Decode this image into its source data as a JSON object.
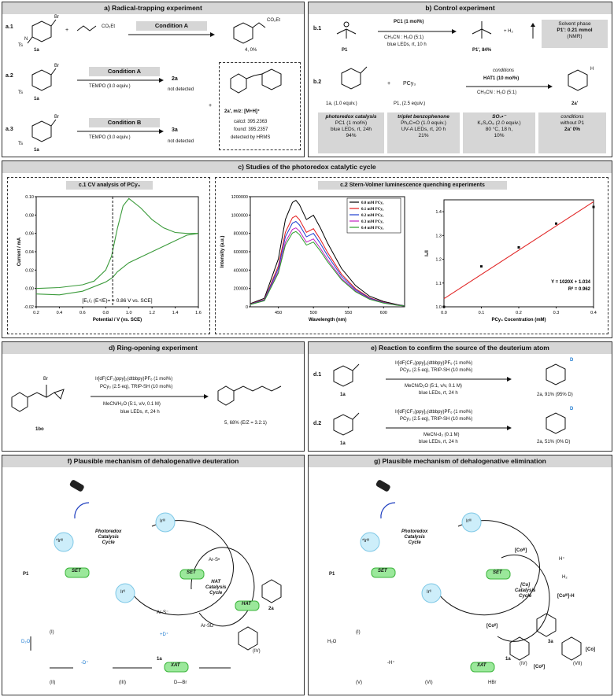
{
  "panel_a": {
    "title": "a) Radical-trapping experiment",
    "a1_label": "a.1",
    "a2_label": "a.2",
    "a3_label": "a.3",
    "sm_label": "1a",
    "br": "Br",
    "ts": "Ts",
    "n": "N",
    "acrylate": "CO₂Et",
    "condA": "Condition A",
    "condB": "Condition B",
    "product4": "CO₂Et",
    "product4_label": "4, 0%",
    "tempo": "TEMPO (3.0 equiv.)",
    "p2a": "2a",
    "p3a": "3a",
    "not_detected": "not detected",
    "adduct_label": "2a', m/z: [M+H]⁺",
    "calcd": "calcd: 395.2363",
    "found": "found: 395.2357",
    "hrms": "detected by HRMS",
    "plus": "+"
  },
  "panel_b": {
    "title": "b) Control experiment",
    "b1_label": "b.1",
    "b2_label": "b.2",
    "p1": "P1",
    "cy": "Cy",
    "pc1": "PC1 (1 mol%)",
    "b1_cond1": "CH₃CN : H₂O (5:1)",
    "b1_cond2": "blue LEDs, rt, 10 h",
    "p1prime": "P1', 84%",
    "h2": "+ H₂",
    "solvent_box1": "Solvent phase",
    "solvent_box2": "P1': 0.21 mmol",
    "solvent_box3": "(NMR)",
    "b2_sm": "1a, (1.0 equiv.)",
    "pcy3": "PCy₃",
    "pcy3_equiv": "P1, (2.5 equiv.)",
    "b2_cond1": "conditions",
    "b2_cond2": "HAT1 (10 mol%)",
    "b2_cond3": "CH₃CN : H₂O (5:1)",
    "b2_prod": "2a'",
    "h": "H",
    "boxes": [
      {
        "head": "photoredox catalysis",
        "l1": "PC1 (1 mol%)",
        "l2": "blue LEDs, rt, 24h",
        "l3": "94%"
      },
      {
        "head": "triplet benzophenone",
        "l1": "Ph₂C=O (1.0 equiv.)",
        "l2": "UV-A LEDs, rt, 20 h",
        "l3": "21%"
      },
      {
        "head": "SO₄•⁻",
        "l1": "K₂S₂O₈ (2.0 equiv.)",
        "l2": "80 °C, 18 h,",
        "l3": "10%"
      },
      {
        "head": "conditions",
        "l1": "without P1",
        "l2": "2a' 0%",
        "l3": ""
      }
    ]
  },
  "panel_c": {
    "title": "c) Studies of the photoredox catalytic cycle",
    "c1_title": "c.1 CV analysis of PCy₃",
    "c2_title": "c.2 Stern-Volmer luminescence quenching experiments"
  },
  "chart_data": [
    {
      "type": "line",
      "title": "",
      "xlabel": "Potential / V (vs. SCE)",
      "ylabel": "Current / mA",
      "xlim": [
        0.2,
        1.6
      ],
      "ylim": [
        -0.02,
        0.1
      ],
      "xticks": [
        "0.2",
        "0.4",
        "0.6",
        "0.8",
        "1.0",
        "1.2",
        "1.4",
        "1.6"
      ],
      "yticks": [
        "-0.02",
        "0.00",
        "0.02",
        "0.04",
        "0.06",
        "0.08",
        "0.10"
      ],
      "annotation": "[E₁/₂ (E⁴/E)= + 0.86 V vs. SCE]",
      "marker_x": 0.86,
      "series": [
        {
          "x": [
            0.2,
            0.4,
            0.6,
            0.7,
            0.8,
            0.85,
            0.9,
            0.95,
            1.0,
            1.1,
            1.2,
            1.3,
            1.4,
            1.5,
            1.6
          ],
          "y": [
            0.0,
            0.001,
            0.004,
            0.008,
            0.02,
            0.035,
            0.065,
            0.09,
            0.098,
            0.088,
            0.075,
            0.066,
            0.061,
            0.06,
            0.06
          ]
        },
        {
          "x": [
            1.6,
            1.5,
            1.4,
            1.2,
            1.0,
            0.9,
            0.86,
            0.8,
            0.6,
            0.4,
            0.2
          ],
          "y": [
            0.06,
            0.058,
            0.052,
            0.04,
            0.028,
            0.018,
            0.012,
            0.007,
            -0.003,
            -0.007,
            -0.006
          ]
        }
      ],
      "grid": false
    },
    {
      "type": "line",
      "title": "",
      "xlabel": "Wavelength (nm)",
      "ylabel": "Intensity (a.u.)",
      "xlim": [
        410,
        630
      ],
      "ylim": [
        0,
        1200000
      ],
      "xticks": [
        "450",
        "500",
        "550",
        "600"
      ],
      "yticks": [
        "0",
        "200000",
        "400000",
        "600000",
        "800000",
        "1000000",
        "1200000"
      ],
      "legend": "top-right",
      "series": [
        {
          "name": "0.0 mM PCy₃",
          "color": "#000000",
          "peak": 1160000
        },
        {
          "name": "0.1 mM PCy₃",
          "color": "#e41a1c",
          "peak": 990000
        },
        {
          "name": "0.2 mM PCy₃",
          "color": "#1f3fd0",
          "peak": 930000
        },
        {
          "name": "0.3 mM PCy₃",
          "color": "#c020c0",
          "peak": 860000
        },
        {
          "name": "0.4 mM PCy₃",
          "color": "#2a9d2a",
          "peak": 820000
        }
      ],
      "x": [
        410,
        430,
        450,
        460,
        470,
        475,
        480,
        490,
        500,
        510,
        520,
        540,
        560,
        580,
        600,
        620,
        630
      ],
      "profile": [
        0.03,
        0.08,
        0.45,
        0.82,
        0.98,
        1.0,
        0.96,
        0.82,
        0.86,
        0.74,
        0.6,
        0.36,
        0.2,
        0.1,
        0.05,
        0.02,
        0.01
      ]
    },
    {
      "type": "scatter",
      "title": "",
      "xlabel": "PCy₃ Cocentration (mM)",
      "ylabel": "I₀/I",
      "xlim": [
        0.0,
        0.4
      ],
      "ylim": [
        1.0,
        1.45
      ],
      "xticks": [
        "0.0",
        "0.1",
        "0.2",
        "0.3",
        "0.4"
      ],
      "yticks": [
        "1.0",
        "1.1",
        "1.2",
        "1.3",
        "1.4"
      ],
      "x": [
        0.0,
        0.1,
        0.2,
        0.3,
        0.4
      ],
      "y": [
        1.0,
        1.17,
        1.25,
        1.35,
        1.42
      ],
      "fit_equation": "Y = 1020X + 1.034",
      "r2": "R² = 0.962",
      "fit_line": {
        "x": [
          0.0,
          0.4
        ],
        "y": [
          1.034,
          1.442
        ]
      }
    }
  ],
  "panel_d": {
    "title": "d) Ring-opening experiment",
    "sm": "1bo",
    "br": "Br",
    "cond1": "Ir[dF(CF₃)ppy]₂(dtbbpy)PF₆ (1 mol%)",
    "cond2": "PCy₃ (2.5 eq), TRIP-SH (10 mol%)",
    "cond3": "MeCN/H₂O (5:1, v/v, 0.1 M)",
    "cond4": "blue LEDs, rt, 24 h",
    "product": "5, 68% (E/Z = 3.2:1)"
  },
  "panel_e": {
    "title": "e) Reaction to confirm the source of the deuterium atom",
    "d1": "d.1",
    "d2": "d.2",
    "cond1": "Ir[dF(CF₃)ppy]₂(dtbbpy)PF₆ (1 mol%)",
    "cond2": "PCy₃ (2.5 eq), TRIP-SH (10 mol%)",
    "d1_cond3": "MeCN/D₂O (5:1, v/v, 0.1 M)",
    "d2_cond3": "MeCN-d₃ (0.1 M)",
    "cond4": "blue LEDs, rt, 24 h",
    "d1_prod": "2a, 91% (95% D)",
    "d2_prod": "2a, 51% (0% D)",
    "sm": "1a",
    "d": "D"
  },
  "panel_f": {
    "title": "f) Plausible mechanism of dehalogenative deuteration",
    "cycle1": [
      "Photoredox",
      "Catalysis",
      "Cycle"
    ],
    "cycle2": [
      "HAT",
      "Catalysis",
      "Cycle"
    ],
    "ir3": "Irᴵᴵᴵ",
    "ir3s": "*Irᴵᴵᴵ",
    "ir2": "Irᴵᴵ",
    "set": "SET",
    "hat": "HAT",
    "xat": "XAT",
    "ars_rad": "Ar-S•",
    "ars_anion": "Ar-S⁻",
    "arsd": "Ar-SD",
    "dplus": "+D⁺",
    "mdplus": "-D⁺",
    "d2o": "D₂O",
    "p1": "P1",
    "i": "(I)",
    "ii": "(II)",
    "iii": "(III)",
    "iv": "(IV)",
    "prod": "2a",
    "la": "1a",
    "dbr": "D—Br"
  },
  "panel_g": {
    "title": "g) Plausible mechanism of dehalogenative elimination",
    "cycle1": [
      "Photoredox",
      "Catalysis",
      "Cycle"
    ],
    "cycle2": [
      "[Co]",
      "Catalysis",
      "Cycle"
    ],
    "co3": "[Coᴵᴵᴵ]",
    "co3h": "[Coᴵᴵᴵ]-H",
    "co2": "[Coᴵᴵ]",
    "hplus": "H⁺",
    "h2": "H₂",
    "set": "SET",
    "xat": "XAT",
    "h2o": "H₂O",
    "mhplus": "-H⁺",
    "hbr": "HBr",
    "p1": "P1",
    "i": "(I)",
    "iv": "(IV)",
    "v": "(V)",
    "vi": "(VI)",
    "vii": "(VII)",
    "prod": "3a",
    "la": "1a",
    "co2b": "[Coᴵᴵ]",
    "co": "[Co]"
  }
}
